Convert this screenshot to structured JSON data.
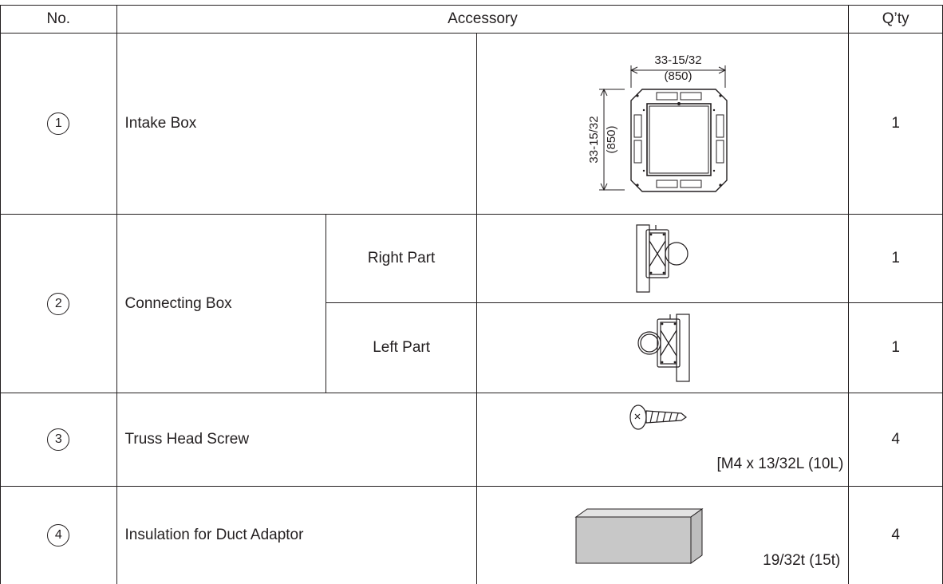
{
  "table": {
    "headers": {
      "no": "No.",
      "accessory": "Accessory",
      "qty": "Q’ty"
    },
    "rows": [
      {
        "no": "1",
        "name": "Intake Box",
        "qty": "1",
        "dim_width_in": "33-15/32",
        "dim_width_mm": "(850)",
        "dim_height_in": "33-15/32",
        "dim_height_mm": "(850)"
      },
      {
        "no": "2",
        "name": "Connecting Box",
        "parts": [
          {
            "label": "Right Part",
            "qty": "1"
          },
          {
            "label": "Left Part",
            "qty": "1"
          }
        ]
      },
      {
        "no": "3",
        "name": "Truss Head Screw",
        "qty": "4",
        "spec": "[M4 x 13/32L (10L)"
      },
      {
        "no": "4",
        "name": "Insulation for Duct Adaptor",
        "qty": "4",
        "spec": "19/32t (15t)"
      }
    ]
  }
}
